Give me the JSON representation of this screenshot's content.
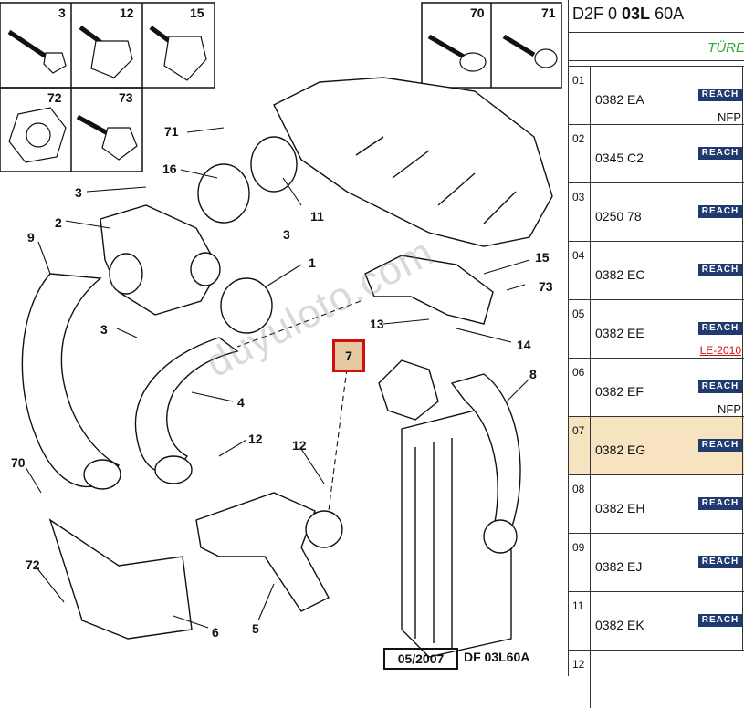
{
  "diagram": {
    "inset_parts": [
      "3",
      "12",
      "15",
      "72",
      "73"
    ],
    "inset_parts_right": [
      "70",
      "71"
    ],
    "callouts": [
      "71",
      "16",
      "3",
      "2",
      "9",
      "3",
      "11",
      "1",
      "15",
      "73",
      "3",
      "13",
      "14",
      "4",
      "8",
      "12",
      "12",
      "70",
      "72",
      "5",
      "6"
    ],
    "highlighted_callout": "7",
    "watermark": "duyuloto.com",
    "footer_date": "05/2007",
    "footer_ref": "DF 03L60A"
  },
  "panel": {
    "header_prefix": "D2F 0 ",
    "header_bold": "03L",
    "header_suffix": " 60A",
    "subtitle": "TÜRE",
    "reach_label": "REACH",
    "rows": [
      {
        "index": "01",
        "code": "0382 EA",
        "note": "NFP",
        "note_type": "plain"
      },
      {
        "index": "02",
        "code": "0345 C2",
        "note": "",
        "note_type": "plain"
      },
      {
        "index": "03",
        "code": "0250 78",
        "note": "",
        "note_type": "plain"
      },
      {
        "index": "04",
        "code": "0382 EC",
        "note": "",
        "note_type": "plain"
      },
      {
        "index": "05",
        "code": "0382 EE",
        "note": "LE-2010",
        "note_type": "link"
      },
      {
        "index": "06",
        "code": "0382 EF",
        "note": "NFP",
        "note_type": "plain"
      },
      {
        "index": "07",
        "code": "0382 EG",
        "note": "",
        "note_type": "plain",
        "selected": true
      },
      {
        "index": "08",
        "code": "0382 EH",
        "note": "",
        "note_type": "plain"
      },
      {
        "index": "09",
        "code": "0382 EJ",
        "note": "",
        "note_type": "plain"
      },
      {
        "index": "11",
        "code": "0382 EK",
        "note": "",
        "note_type": "plain"
      },
      {
        "index": "12",
        "code": "",
        "note": "",
        "note_type": "plain"
      }
    ]
  }
}
